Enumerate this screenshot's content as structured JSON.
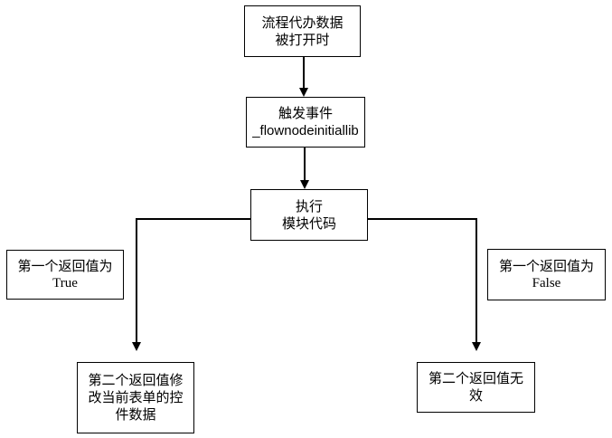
{
  "diagram": {
    "type": "flowchart",
    "background_color": "#ffffff",
    "line_color": "#000000",
    "text_color": "#000000",
    "nodes": {
      "start": {
        "lines": [
          "流程代办数据",
          "被打开时"
        ]
      },
      "trigger": {
        "lines": [
          "触发事件",
          "_flownodeinitiallib"
        ]
      },
      "execute": {
        "lines": [
          "执行",
          "模块代码"
        ]
      },
      "true_label": {
        "lines": [
          "第一个返回值为",
          "True"
        ]
      },
      "false_label": {
        "lines": [
          "第一个返回值为",
          "False"
        ]
      },
      "true_result": {
        "lines": [
          "第二个返回值修",
          "改当前表单的控",
          "件数据"
        ]
      },
      "false_result": {
        "lines": [
          "第二个返回值无",
          "效"
        ]
      }
    },
    "edges": [
      {
        "from": "start",
        "to": "trigger",
        "style": "arrow-down"
      },
      {
        "from": "trigger",
        "to": "execute",
        "style": "arrow-down"
      },
      {
        "from": "execute",
        "to": "true_result",
        "style": "left-then-down-arrow"
      },
      {
        "from": "execute",
        "to": "false_result",
        "style": "right-then-down-arrow"
      }
    ]
  }
}
